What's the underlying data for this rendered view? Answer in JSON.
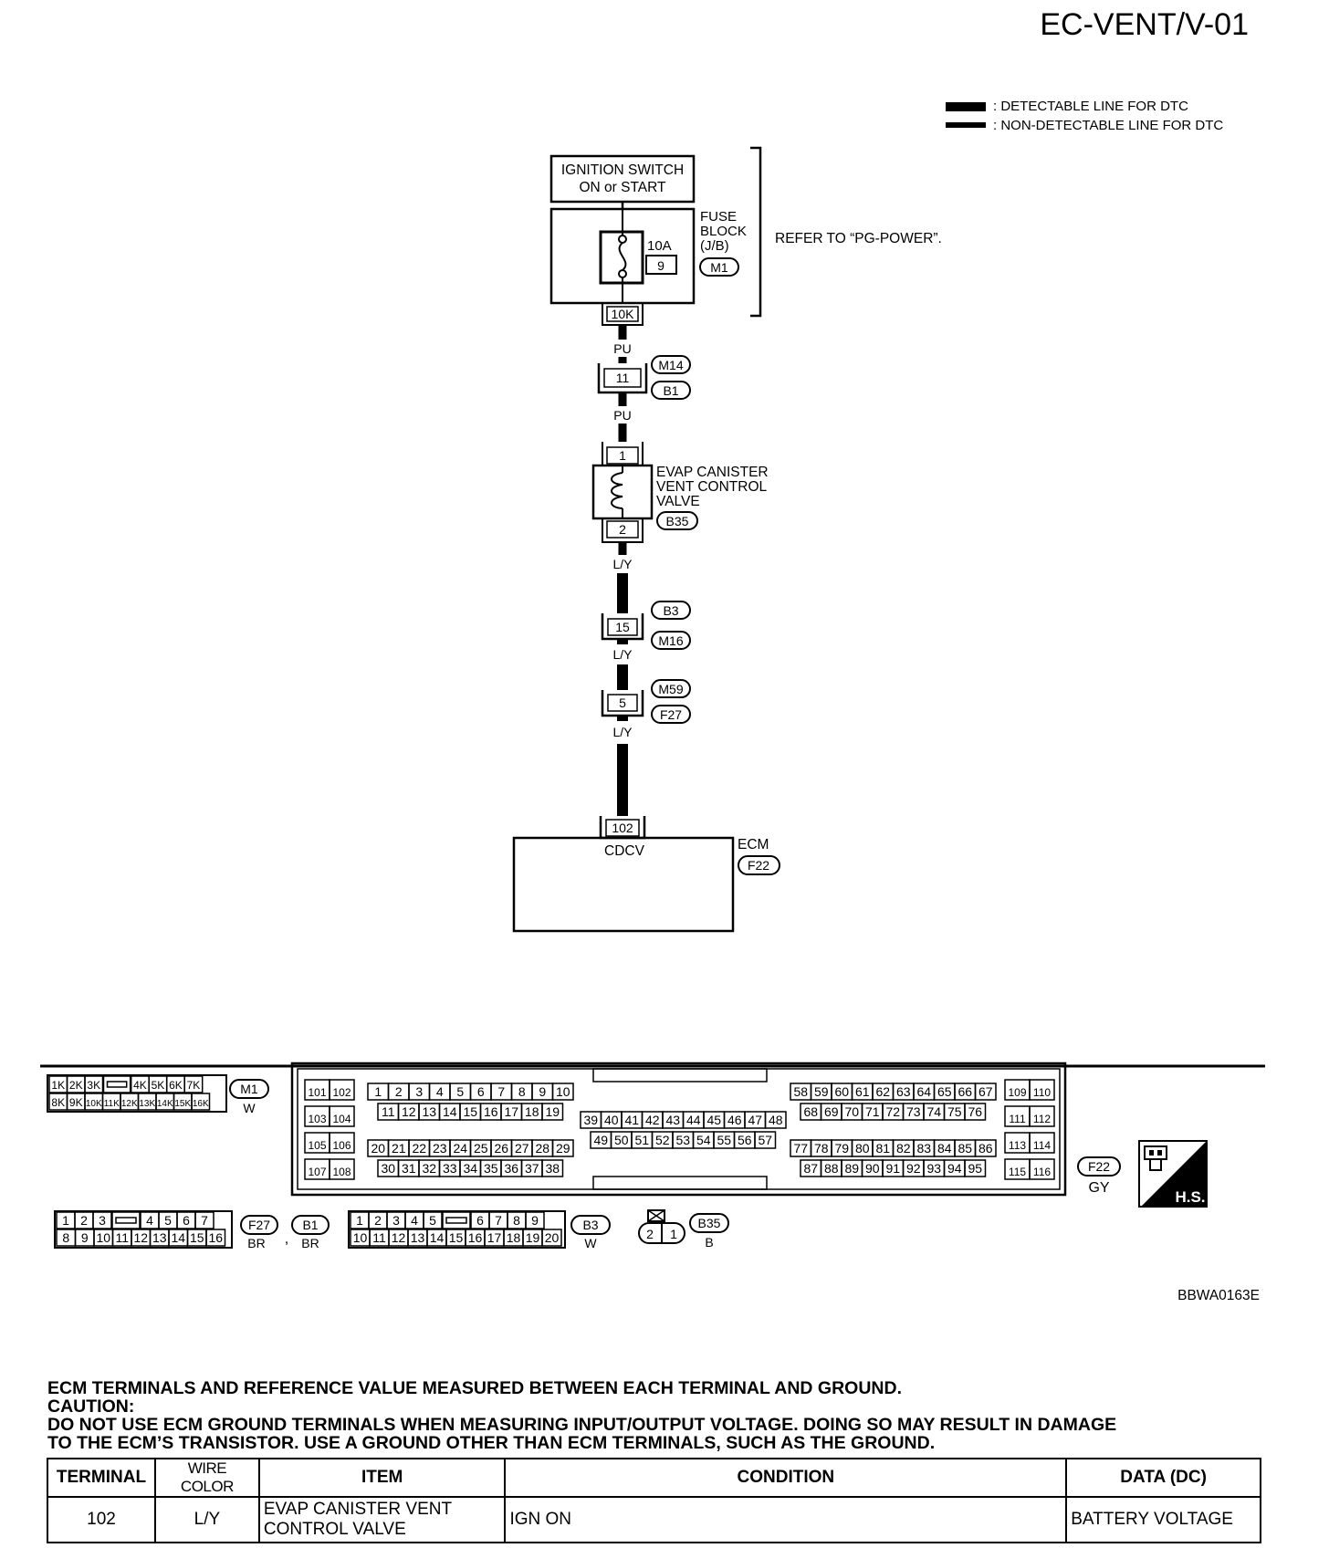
{
  "page_title": "EC-VENT/V-01",
  "legend": {
    "detectable": ": DETECTABLE LINE FOR DTC",
    "non_detectable": ": NON-DETECTABLE LINE FOR DTC"
  },
  "diagram": {
    "ignition_line1": "IGNITION SWITCH",
    "ignition_line2": "ON or START",
    "fuse_block_line1": "FUSE",
    "fuse_block_line2": "BLOCK",
    "fuse_block_line3": "(J/B)",
    "fuse_block_connector": "M1",
    "fuse_rating": "10A",
    "fuse_number": "9",
    "fuse_terminal": "10K",
    "refer_note": "REFER TO “PG-POWER”.",
    "wire_color_pu_1": "PU",
    "wire_color_pu_2": "PU",
    "joint1_terminal": "11",
    "joint1_conn_a": "M14",
    "joint1_conn_b": "B1",
    "valve_terminal_1": "1",
    "valve_terminal_2": "2",
    "valve_line1": "EVAP CANISTER",
    "valve_line2": "VENT CONTROL",
    "valve_line3": "VALVE",
    "valve_connector": "B35",
    "wire_color_ly_1": "L/Y",
    "joint2_terminal": "15",
    "joint2_conn_a": "B3",
    "joint2_conn_b": "M16",
    "wire_color_ly_2": "L/Y",
    "joint3_terminal": "5",
    "joint3_conn_a": "M59",
    "joint3_conn_b": "F27",
    "wire_color_ly_3": "L/Y",
    "ecm_terminal": "102",
    "ecm_signal": "CDCV",
    "ecm_label": "ECM",
    "ecm_connector": "F22"
  },
  "connectors": {
    "m1": {
      "row1": [
        "1K",
        "2K",
        "3K",
        "",
        "4K",
        "5K",
        "6K",
        "7K"
      ],
      "row2": [
        "8K",
        "9K",
        "10K",
        "11K",
        "12K",
        "13K",
        "14K",
        "15K",
        "16K"
      ],
      "id": "M1",
      "color": "W"
    },
    "f22": {
      "left_pairs": [
        [
          "101",
          "102"
        ],
        [
          "103",
          "104"
        ],
        [
          "105",
          "106"
        ],
        [
          "107",
          "108"
        ]
      ],
      "a_row1": [
        "1",
        "2",
        "3",
        "4",
        "5",
        "6",
        "7",
        "8",
        "9",
        "10"
      ],
      "a_row2": [
        "11",
        "12",
        "13",
        "14",
        "15",
        "16",
        "17",
        "18",
        "19"
      ],
      "a_row3": [
        "20",
        "21",
        "22",
        "23",
        "24",
        "25",
        "26",
        "27",
        "28",
        "29"
      ],
      "a_row4": [
        "30",
        "31",
        "32",
        "33",
        "34",
        "35",
        "36",
        "37",
        "38"
      ],
      "b_row1": [
        "39",
        "40",
        "41",
        "42",
        "43",
        "44",
        "45",
        "46",
        "47",
        "48"
      ],
      "b_row2": [
        "49",
        "50",
        "51",
        "52",
        "53",
        "54",
        "55",
        "56",
        "57"
      ],
      "c_row1": [
        "58",
        "59",
        "60",
        "61",
        "62",
        "63",
        "64",
        "65",
        "66",
        "67"
      ],
      "c_row2": [
        "68",
        "69",
        "70",
        "71",
        "72",
        "73",
        "74",
        "75",
        "76"
      ],
      "c_row3": [
        "77",
        "78",
        "79",
        "80",
        "81",
        "82",
        "83",
        "84",
        "85",
        "86"
      ],
      "c_row4": [
        "87",
        "88",
        "89",
        "90",
        "91",
        "92",
        "93",
        "94",
        "95"
      ],
      "right_pairs": [
        [
          "109",
          "110"
        ],
        [
          "111",
          "112"
        ],
        [
          "113",
          "114"
        ],
        [
          "115",
          "116"
        ]
      ],
      "id": "F22",
      "color": "GY"
    },
    "hs_label": "H.S.",
    "f27_b1": {
      "row1": [
        "1",
        "2",
        "3",
        "",
        "4",
        "5",
        "6",
        "7"
      ],
      "row2": [
        "8",
        "9",
        "10",
        "11",
        "12",
        "13",
        "14",
        "15",
        "16"
      ],
      "id_a": "F27",
      "color_a": "BR",
      "separator": ",",
      "id_b": "B1",
      "color_b": "BR"
    },
    "b3": {
      "row1": [
        "1",
        "2",
        "3",
        "4",
        "5",
        "",
        "6",
        "7",
        "8",
        "9"
      ],
      "row2": [
        "10",
        "11",
        "12",
        "13",
        "14",
        "15",
        "16",
        "17",
        "18",
        "19",
        "20"
      ],
      "id": "B3",
      "color": "W"
    },
    "b35": {
      "pins": [
        "2",
        "1"
      ],
      "id": "B35",
      "color": "B"
    }
  },
  "figure_code": "BBWA0163E",
  "caption": {
    "heading": "ECM TERMINALS AND REFERENCE VALUE MEASURED BETWEEN EACH TERMINAL AND GROUND.",
    "caution_label": "CAUTION:",
    "caution_line1": "DO NOT USE ECM GROUND TERMINALS WHEN MEASURING INPUT/OUTPUT VOLTAGE. DOING SO MAY RESULT IN DAMAGE",
    "caution_line2": "TO THE ECM’S TRANSISTOR. USE A GROUND OTHER THAN ECM TERMINALS, SUCH AS THE GROUND."
  },
  "table": {
    "headers": {
      "terminal": "TERMINAL",
      "wire_color": "WIRE COLOR",
      "item": "ITEM",
      "condition": "CONDITION",
      "data": "DATA (DC)"
    },
    "rows": [
      {
        "terminal": "102",
        "wire_color": "L/Y",
        "item_line1": "EVAP CANISTER VENT",
        "item_line2": "CONTROL VALVE",
        "condition": "IGN ON",
        "data": "BATTERY VOLTAGE"
      }
    ]
  }
}
